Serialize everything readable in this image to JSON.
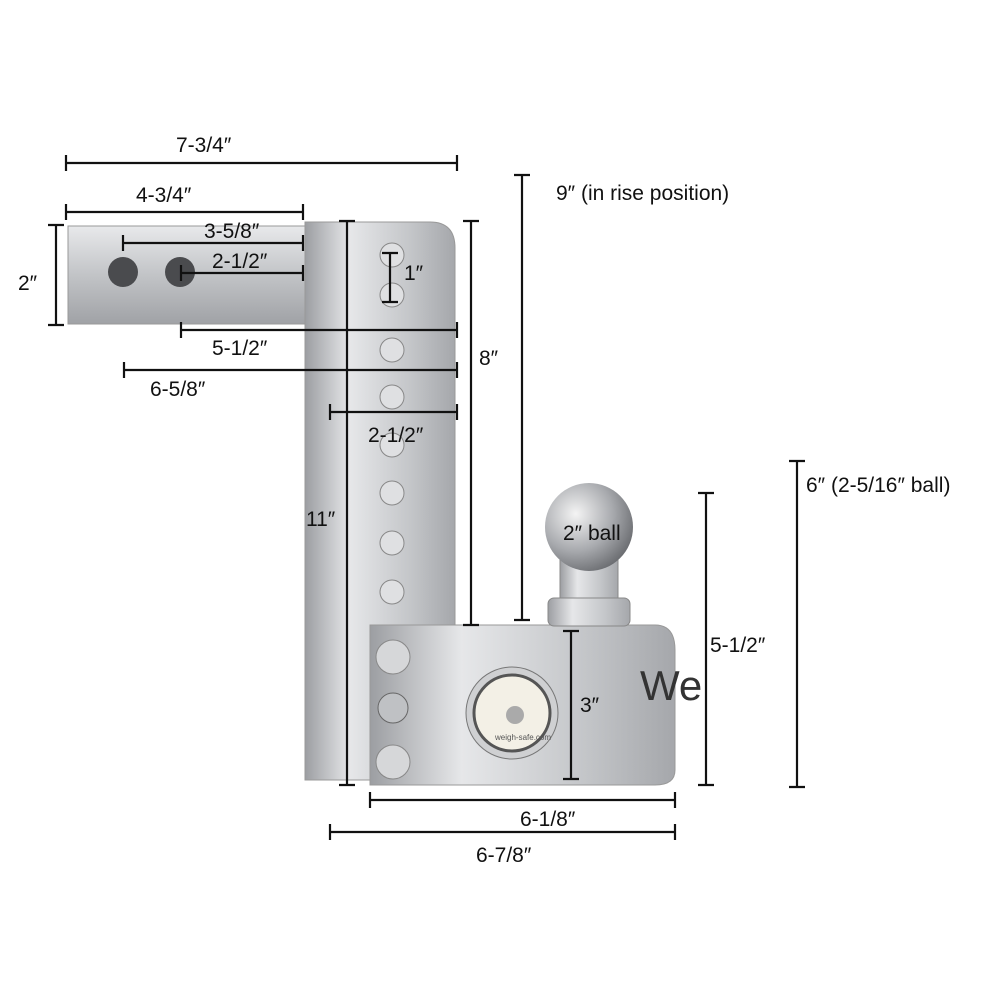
{
  "dimensions": {
    "overall_length": "7-3/4″",
    "shank_length": "4-3/4″",
    "hole1_to_end": "3-5/8″",
    "hole2_to_end": "2-1/2″",
    "shank_height": "2″",
    "hole_spacing": "1″",
    "hole2_to_back": "5-1/2″",
    "hole1_to_back": "6-5/8″",
    "drop_range": "8″",
    "bar_width": "2-1/2″",
    "rise": "9″ (in rise position)",
    "bar_height": "11″",
    "ball_size": "2″ ball",
    "ball_height_large": "6″ (2-5/16″ ball)",
    "ball_height": "5-1/2″",
    "head_height": "3″",
    "head_length": "6-1/8″",
    "head_length_total": "6-7/8″"
  },
  "product": {
    "logo": "We",
    "gauge_text": "weigh-safe.com"
  },
  "colors": {
    "metal": "#c9cacc",
    "lines": "#111111"
  }
}
